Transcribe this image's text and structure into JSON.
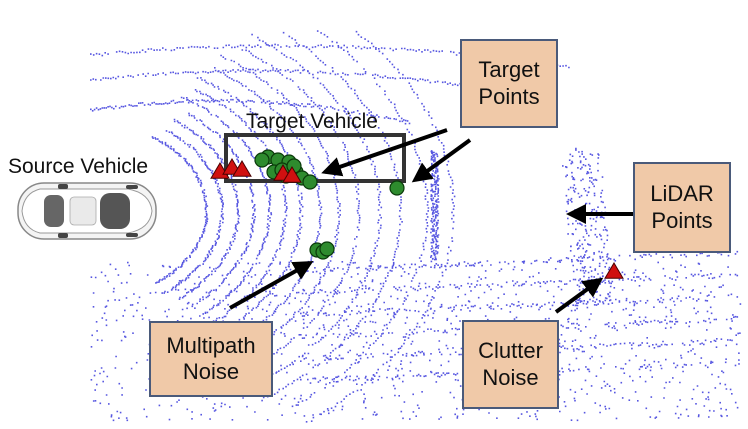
{
  "labels": {
    "source_vehicle": "Source Vehicle",
    "target_vehicle": "Target Vehicle"
  },
  "boxes": {
    "target_points": [
      "Target",
      "Points"
    ],
    "lidar_points": [
      "LiDAR",
      "Points"
    ],
    "multipath_noise": [
      "Multipath",
      "Noise"
    ],
    "clutter_noise": [
      "Clutter",
      "Noise"
    ]
  },
  "colors": {
    "lidar": "#3a3adc",
    "target_point_fill": "#2e8b2e",
    "noise_marker_fill": "#d01010",
    "box_fill": "#f0c9a8",
    "box_border": "#4a5a7a",
    "target_rect": "#333333"
  },
  "icons": [
    "car-icon",
    "triangle-marker-icon",
    "circle-marker-icon"
  ]
}
